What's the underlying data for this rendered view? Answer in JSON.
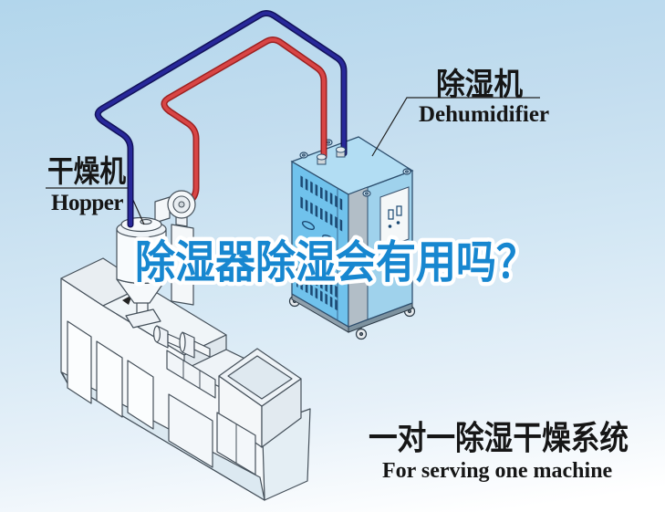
{
  "labels": {
    "hopper": {
      "title_zh": "干燥机",
      "title_en": "Hopper"
    },
    "dehumidifier": {
      "title_zh": "除湿机",
      "title_en": "Dehumidifier"
    }
  },
  "headline": {
    "text": "除湿器除湿会有用吗？",
    "color": "#1787d0"
  },
  "caption": {
    "line_zh": "一对一除湿干燥系统",
    "line_en": "For serving one machine"
  },
  "colors": {
    "pipe_return_blue": "#22228a",
    "pipe_supply_red": "#d23535",
    "dehumidifier_front": "#70c2ec",
    "dehumidifier_side": "#9fd2ec",
    "dehumidifier_top": "#b2ddf3",
    "background_tint": "#cfe5f4"
  }
}
